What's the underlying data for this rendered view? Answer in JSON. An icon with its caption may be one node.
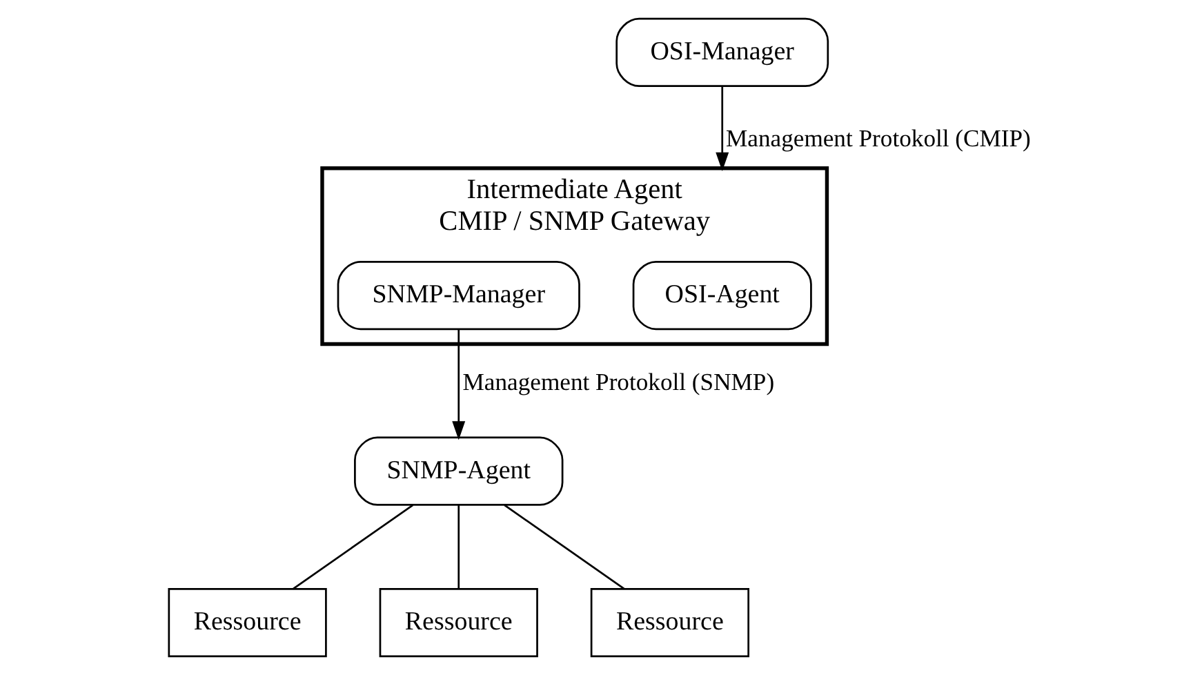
{
  "diagram": {
    "nodes": [
      {
        "text": [
          "OSI-Manager"
        ]
      },
      {
        "text": [
          "Intermediate Agent"
        ],
        "beside": [
          "CMIP / SNMP Gateway"
        ]
      },
      {
        "text": [
          "OSI-Agent"
        ],
        "in": 1
      },
      {
        "text": [
          "SNMP-Manager"
        ],
        "in": 1
      },
      {
        "text": [
          "SNMP-Agent"
        ]
      },
      {
        "text": [
          "Ressource"
        ]
      },
      {
        "text": [
          "Ressource"
        ]
      },
      {
        "text": [
          "Ressource"
        ]
      }
    ],
    "edges": [
      {
        "from": 0,
        "to": 1,
        "arrow": "to",
        "label": "Management Protokoll (CMIP)"
      },
      {
        "from": 3,
        "to": 4,
        "arrow": "to",
        "label": "Management Protokoll (SNMP)"
      },
      {
        "from": 4,
        "to": 5,
        "arrow": "none"
      },
      {
        "from": 4,
        "to": 6,
        "arrow": "none"
      },
      {
        "from": 4,
        "to": 7,
        "arrow": "none"
      }
    ]
  }
}
